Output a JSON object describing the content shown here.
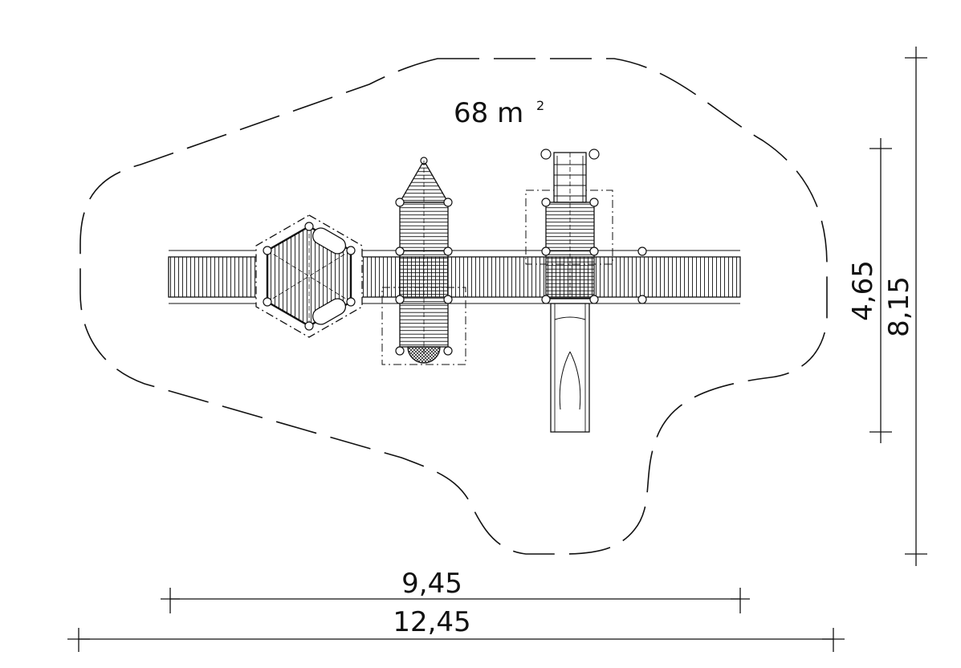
{
  "drawing": {
    "area_value": "68 m",
    "area_exponent": "2",
    "footprint_width": "9,45",
    "total_width": "12,45",
    "footprint_depth": "4,65",
    "total_depth": "8,15"
  },
  "colors": {
    "line": "#111111",
    "background": "#ffffff"
  }
}
